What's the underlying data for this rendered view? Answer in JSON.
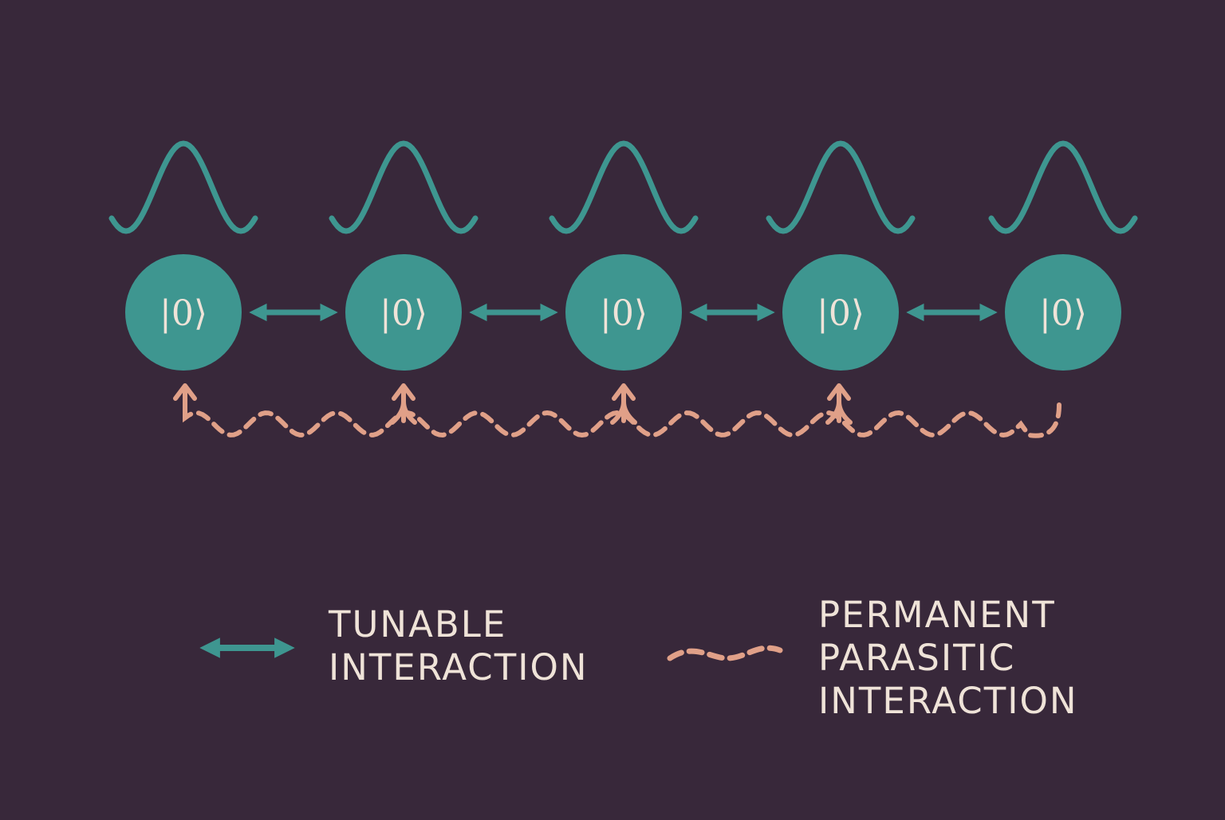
{
  "colors": {
    "background": "#38283a",
    "qubit_fill": "#3e9690",
    "wave_stroke": "#3e9690",
    "tunable_arrow": "#3e9690",
    "parasitic": "#e0a088",
    "text": "#efe3d8"
  },
  "qubits": [
    {
      "label": "|0⟩"
    },
    {
      "label": "|0⟩"
    },
    {
      "label": "|0⟩"
    },
    {
      "label": "|0⟩"
    },
    {
      "label": "|0⟩"
    }
  ],
  "legend": {
    "tunable": {
      "line1": "TUNABLE",
      "line2": "INTERACTION",
      "icon": "double-arrow-icon"
    },
    "parasitic": {
      "line1": "PERMANENT",
      "line2": "PARASITIC",
      "line3": "INTERACTION",
      "icon": "dashed-wave-icon"
    }
  }
}
